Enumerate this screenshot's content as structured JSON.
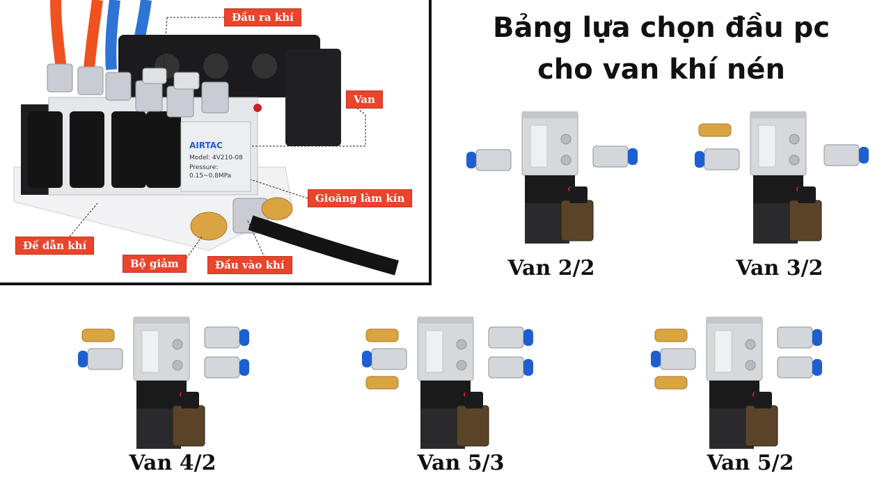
{
  "title": {
    "line1": "Bảng lựa chọn đầu pc",
    "line2": "cho van khí nén"
  },
  "photo": {
    "brand": "AIRTAC",
    "model_text": "Model: 4V210-08",
    "pressure_text": "Pressure:",
    "pressure_value": "0.15~0.8MPa",
    "callouts": {
      "outlet": "Đầu ra khí",
      "valve": "Van",
      "gasket": "Gioăng làm kín",
      "manifold": "Đế dẫn khí",
      "muffler": "Bộ giảm",
      "inlet": "Đầu vào khí"
    }
  },
  "valves": [
    {
      "label": "Van 2/2"
    },
    {
      "label": "Van 3/2"
    },
    {
      "label": "Van 4/2"
    },
    {
      "label": "Van 5/3"
    },
    {
      "label": "Van 5/2"
    }
  ],
  "colors": {
    "callout_bg": "#e8452c",
    "fitting_blue": "#1e5fd0",
    "brass": "#d9a441",
    "valve_silver": "#d6d8dc",
    "coil_black": "#1a1a1a"
  }
}
